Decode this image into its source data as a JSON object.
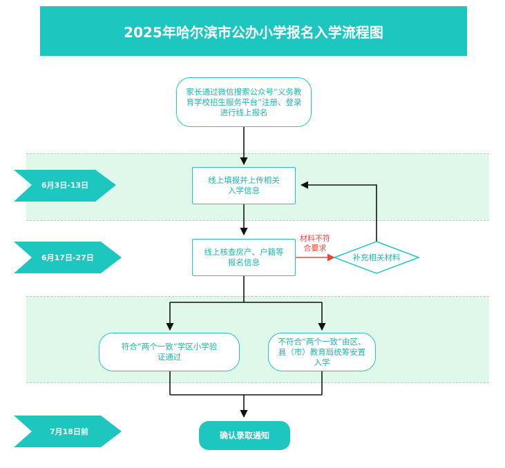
{
  "title": "2025年哈尔滨市公办小学报名入学流程图",
  "dates": {
    "d1": "6月3日-13日",
    "d2": "6月17日-27日",
    "d3": "7月18日前"
  },
  "nodes": {
    "start": "家长通过微信搜索公众号“义务教育学校招生服务平台”注册、登录进行线上报名",
    "fill": "线上填报并上传相关入学信息",
    "verify": "线上核查房产、户籍等报名信息",
    "supplement": "补充相关材料",
    "match": "符合“两个一致”学区小学验证通过",
    "nomatch": "不符合“两个一致”由区、县（市）教育局统筹安置入学",
    "confirm": "确认录取通知"
  },
  "annotation": "材料不符合要求",
  "colors": {
    "teal": "#1ec6c0",
    "band": "#dff8ea",
    "red": "#e04a3f",
    "line": "#111111"
  }
}
